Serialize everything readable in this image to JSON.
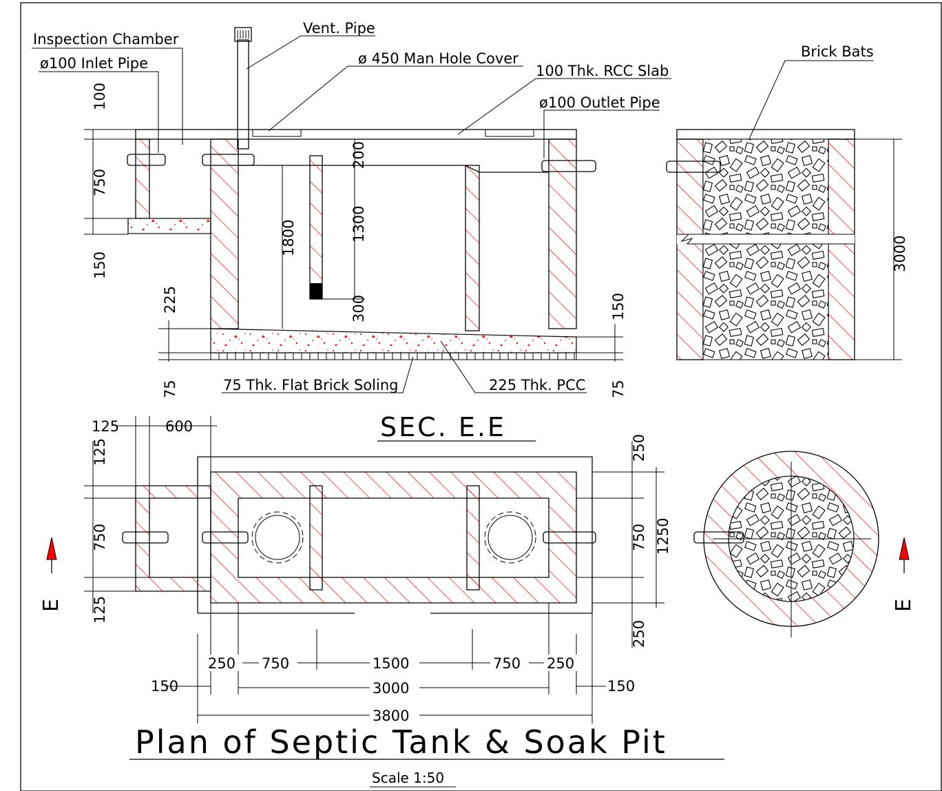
{
  "labels": {
    "inspection_chamber": "Inspection Chamber",
    "inlet_pipe": "ø100 Inlet Pipe",
    "vent_pipe": "Vent. Pipe",
    "manhole_cover": "ø 450 Man Hole Cover",
    "rcc_slab": "100 Thk. RCC Slab",
    "outlet_pipe": "ø100 Outlet Pipe",
    "brick_bats": "Brick Bats",
    "brick_soling": "75 Thk. Flat Brick Soling",
    "pcc": "225 Thk. PCC"
  },
  "section": {
    "title": "SEC. E.E",
    "dims_left": [
      "100",
      "750",
      "150",
      "225",
      "75"
    ],
    "dims_mid": [
      "1800",
      "200",
      "1300",
      "300"
    ],
    "dims_right": [
      "150",
      "75"
    ],
    "soak_pit_height": "3000"
  },
  "plan": {
    "dims_left": [
      "125",
      "600",
      "125",
      "750",
      "125"
    ],
    "dims_right": [
      "250",
      "750",
      "250",
      "1250"
    ],
    "dims_bottom_row1": [
      "250",
      "750",
      "1500",
      "750",
      "250"
    ],
    "dims_bottom_row2": [
      "150",
      "3000",
      "150"
    ],
    "dims_bottom_row3": [
      "3800"
    ],
    "section_marker": "E"
  },
  "drawing": {
    "title": "Plan of Septic Tank & Soak Pit",
    "scale": "Scale 1:50"
  },
  "colors": {
    "hatch": "#ff0000",
    "line": "#000000",
    "marker": "#ff0000"
  }
}
